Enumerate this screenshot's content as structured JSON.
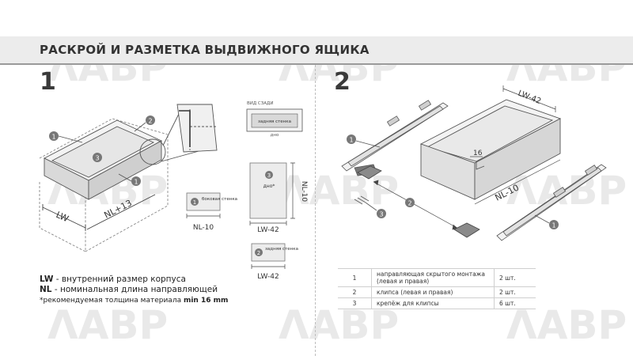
{
  "title": "РАСКРОЙ И РАЗМЕТКА ВЫДВИЖНОГО ЯЩИКА",
  "watermark": "ΛΑΒΡ",
  "sections": {
    "left_number": "1",
    "right_number": "2"
  },
  "left_diagram": {
    "callouts": [
      "1",
      "2",
      "3",
      "1"
    ],
    "dim_lw": "LW",
    "dim_nl13": "NL+13",
    "rear_view": {
      "caption": "ВИД СЗАДИ",
      "label": "задняя стенка",
      "sub": "дно"
    },
    "bottom_panel": {
      "num": "3",
      "label": "дно*",
      "dim_w": "LW-42",
      "dim_h": "NL-10"
    },
    "side_panel": {
      "num": "1",
      "label": "боковая стенка",
      "dim_w": "NL-10"
    },
    "back_panel": {
      "num": "2",
      "label": "задняя стенка",
      "dim_w": "LW-42"
    }
  },
  "legend": {
    "lw_key": "LW",
    "lw_text": " - внутренний размер корпуса",
    "nl_key": "NL",
    "nl_text": " - номинальная длина направляющей",
    "note": "*рекомендуемая толщина материала ",
    "note_bold": "min 16 mm"
  },
  "right_diagram": {
    "dim_lw42": "LW-42",
    "dim_16": "16",
    "dim_nl10": "NL-10",
    "callouts": [
      "1",
      "3",
      "2",
      "1"
    ]
  },
  "parts": [
    {
      "num": "1",
      "desc": "направляющая скрытого монтажа (левая и правая)",
      "qty": "2 шт."
    },
    {
      "num": "2",
      "desc": "клипса (левая и правая)",
      "qty": "2 шт."
    },
    {
      "num": "3",
      "desc": "крепёж для клипсы",
      "qty": "6 шт."
    }
  ],
  "colors": {
    "header_band": "#ececec",
    "line": "#555555",
    "panel": "#e6e6e6",
    "accent": "#3a3a3a"
  }
}
